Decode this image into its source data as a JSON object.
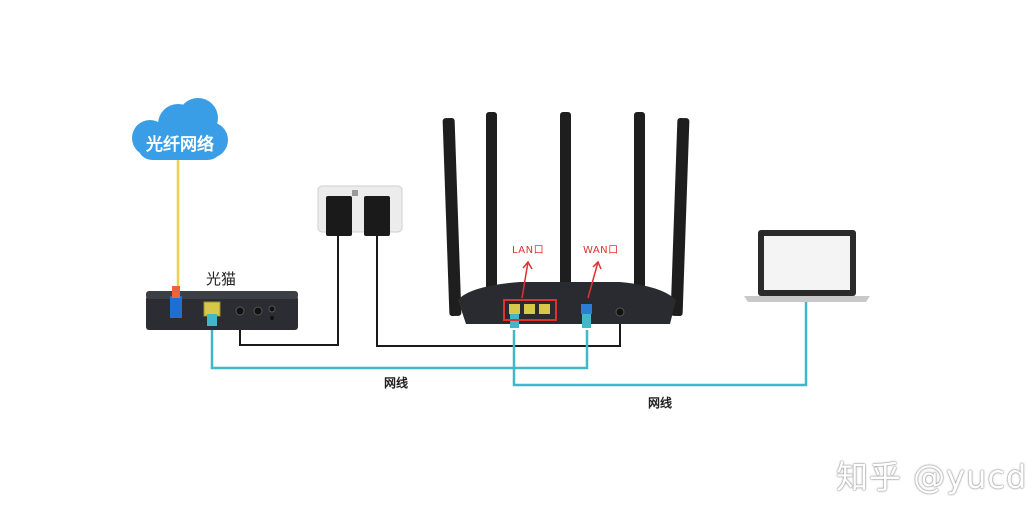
{
  "labels": {
    "cloud": "光纤网络",
    "modem": "光猫",
    "cable_left": "网线",
    "cable_right": "网线",
    "lan": "LAN口",
    "wan": "WAN口"
  },
  "watermark": "知乎 @yucd",
  "colors": {
    "cloud": "#3a9ee6",
    "ethernet_cable": "#3fb8c8",
    "fiber_cable": "#f2cf4a",
    "power_cable": "#1a1a1a",
    "highlight": "#e03030",
    "wan_port": "#2a7fd4",
    "lan_port": "#d8c84a"
  },
  "icons": [
    "cloud-icon",
    "optical-modem-icon",
    "power-strip-icon",
    "router-icon",
    "laptop-icon"
  ]
}
